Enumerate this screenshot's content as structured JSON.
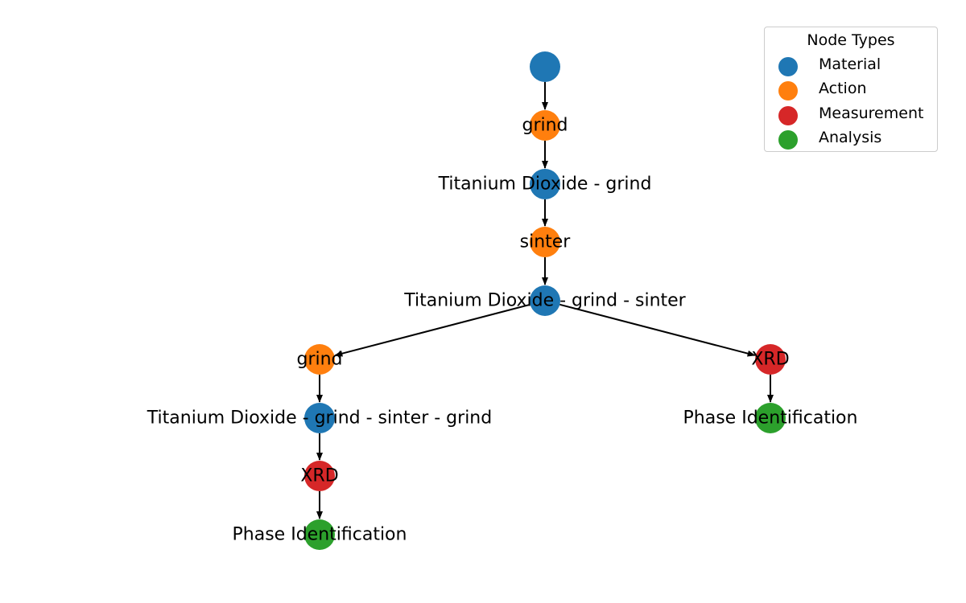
{
  "colors": {
    "material": "#1f77b4",
    "action": "#ff7f0e",
    "measurement": "#d62728",
    "analysis": "#2ca02c"
  },
  "legend": {
    "title": "Node Types",
    "items": [
      {
        "label": "Material",
        "type": "material"
      },
      {
        "label": "Action",
        "type": "action"
      },
      {
        "label": "Measurement",
        "type": "measurement"
      },
      {
        "label": "Analysis",
        "type": "analysis"
      }
    ]
  },
  "nodes": [
    {
      "id": "n1",
      "label": "",
      "type": "material"
    },
    {
      "id": "n2",
      "label": "grind",
      "type": "action"
    },
    {
      "id": "n3",
      "label": "Titanium Dioxide - grind",
      "type": "material"
    },
    {
      "id": "n4",
      "label": "sinter",
      "type": "action"
    },
    {
      "id": "n5",
      "label": "Titanium Dioxide - grind - sinter",
      "type": "material"
    },
    {
      "id": "n6",
      "label": "grind",
      "type": "action"
    },
    {
      "id": "n7",
      "label": "XRD",
      "type": "measurement"
    },
    {
      "id": "n8",
      "label": "Titanium Dioxide - grind - sinter - grind",
      "type": "material"
    },
    {
      "id": "n9",
      "label": "Phase Identification",
      "type": "analysis"
    },
    {
      "id": "n10",
      "label": "XRD",
      "type": "measurement"
    },
    {
      "id": "n11",
      "label": "Phase Identification",
      "type": "analysis"
    }
  ],
  "edges": [
    {
      "from": "n1",
      "to": "n2"
    },
    {
      "from": "n2",
      "to": "n3"
    },
    {
      "from": "n3",
      "to": "n4"
    },
    {
      "from": "n4",
      "to": "n5"
    },
    {
      "from": "n5",
      "to": "n6"
    },
    {
      "from": "n5",
      "to": "n7"
    },
    {
      "from": "n6",
      "to": "n8"
    },
    {
      "from": "n7",
      "to": "n9"
    },
    {
      "from": "n8",
      "to": "n10"
    },
    {
      "from": "n10",
      "to": "n11"
    }
  ]
}
